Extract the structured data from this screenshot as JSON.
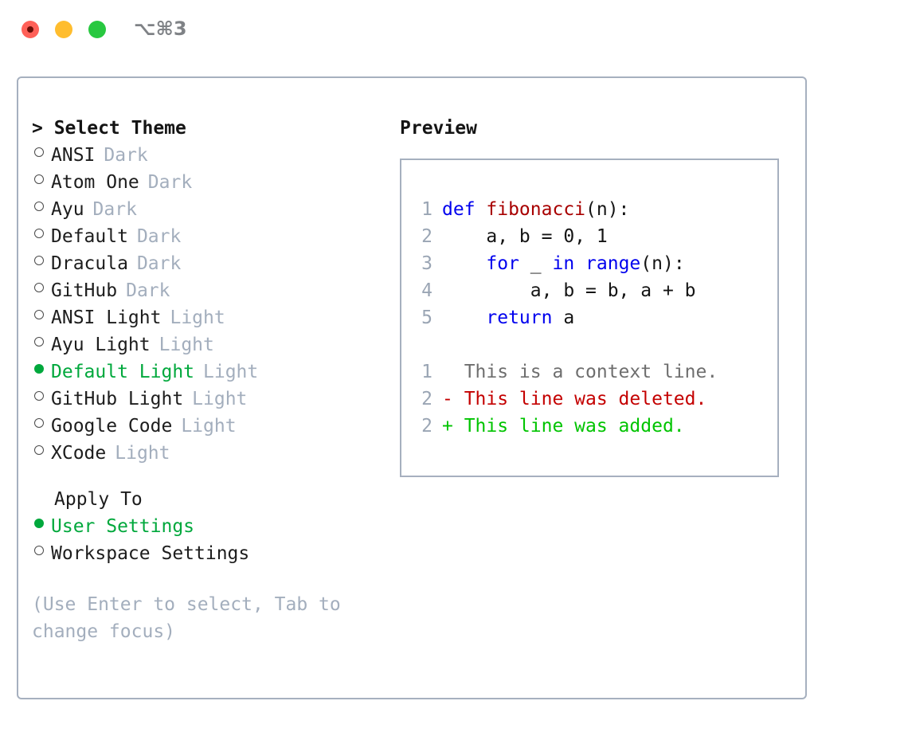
{
  "window": {
    "title_shortcut": "⌥⌘3",
    "traffic_lights": [
      {
        "name": "close",
        "color": "#ff6058"
      },
      {
        "name": "minimize",
        "color": "#ffbd2e"
      },
      {
        "name": "maximize",
        "color": "#28c840"
      }
    ],
    "border_color": "#a6b0bf"
  },
  "theme_picker": {
    "header": "> Select Theme",
    "selected_theme": "Default Light",
    "accent_color": "#00a83c",
    "suffix_color": "#a3aebd",
    "items": [
      {
        "bullet": "empty",
        "label": "ANSI",
        "suffix": "Dark",
        "selected": false
      },
      {
        "bullet": "empty",
        "label": "Atom One",
        "suffix": "Dark",
        "selected": false
      },
      {
        "bullet": "empty",
        "label": "Ayu",
        "suffix": "Dark",
        "selected": false
      },
      {
        "bullet": "empty",
        "label": "Default",
        "suffix": "Dark",
        "selected": false
      },
      {
        "bullet": "empty",
        "label": "Dracula",
        "suffix": "Dark",
        "selected": false
      },
      {
        "bullet": "empty",
        "label": "GitHub",
        "suffix": "Dark",
        "selected": false
      },
      {
        "bullet": "empty",
        "label": "ANSI Light",
        "suffix": "Light",
        "selected": false
      },
      {
        "bullet": "empty",
        "label": "Ayu Light",
        "suffix": "Light",
        "selected": false
      },
      {
        "bullet": "filled",
        "label": "Default Light",
        "suffix": "Light",
        "selected": true
      },
      {
        "bullet": "empty",
        "label": "GitHub Light",
        "suffix": "Light",
        "selected": false
      },
      {
        "bullet": "empty",
        "label": "Google Code",
        "suffix": "Light",
        "selected": false
      },
      {
        "bullet": "empty",
        "label": "XCode",
        "suffix": "Light",
        "selected": false
      }
    ]
  },
  "apply_to": {
    "header": "Apply To",
    "selected": "User Settings",
    "items": [
      {
        "bullet": "filled",
        "label": "User Settings",
        "selected": true
      },
      {
        "bullet": "empty",
        "label": "Workspace Settings",
        "selected": false
      }
    ]
  },
  "hint": "(Use Enter to select, Tab to change focus)",
  "preview": {
    "header": "Preview",
    "code_lines": [
      {
        "num": "1",
        "tokens": [
          {
            "text": "def ",
            "style": "kw"
          },
          {
            "text": "fibonacci",
            "style": "fn"
          },
          {
            "text": "(n):",
            "style": "plain"
          }
        ]
      },
      {
        "num": "2",
        "tokens": [
          {
            "text": "    a, b = 0, 1",
            "style": "plain"
          }
        ]
      },
      {
        "num": "3",
        "tokens": [
          {
            "text": "    ",
            "style": "plain"
          },
          {
            "text": "for",
            "style": "kw"
          },
          {
            "text": " _ ",
            "style": "plain"
          },
          {
            "text": "in",
            "style": "kw"
          },
          {
            "text": " ",
            "style": "plain"
          },
          {
            "text": "range",
            "style": "kw"
          },
          {
            "text": "(n):",
            "style": "plain"
          }
        ]
      },
      {
        "num": "4",
        "tokens": [
          {
            "text": "        a, b = b, a + b",
            "style": "plain"
          }
        ]
      },
      {
        "num": "5",
        "tokens": [
          {
            "text": "    ",
            "style": "plain"
          },
          {
            "text": "return",
            "style": "kw"
          },
          {
            "text": " a",
            "style": "plain"
          }
        ]
      }
    ],
    "diff_lines": [
      {
        "num": "1",
        "marker": " ",
        "text": "  This is a context line.",
        "style": "ctx"
      },
      {
        "num": "2",
        "marker": "-",
        "text": "- This line was deleted.",
        "style": "del"
      },
      {
        "num": "2",
        "marker": "+",
        "text": "+ This line was added.",
        "style": "add"
      }
    ]
  }
}
